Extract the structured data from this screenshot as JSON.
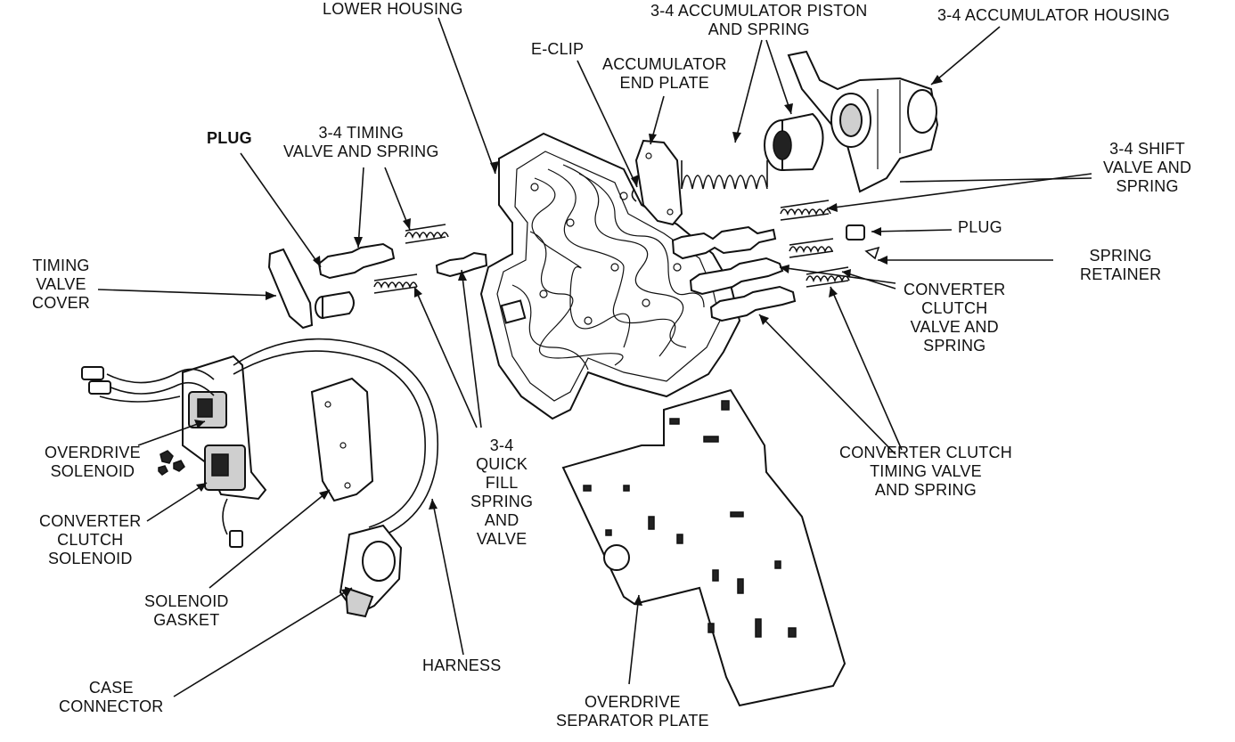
{
  "labels": {
    "lower_housing": [
      "LOWER HOUSING"
    ],
    "accumulator_piston": [
      "3-4 ACCUMULATOR PISTON",
      "AND SPRING"
    ],
    "accumulator_housing": [
      "3-4 ACCUMULATOR HOUSING"
    ],
    "e_clip": [
      "E-CLIP"
    ],
    "accumulator_end_plate": [
      "ACCUMULATOR",
      "END PLATE"
    ],
    "plug_left": [
      "PLUG"
    ],
    "timing_valve_spring": [
      "3-4 TIMING",
      "VALVE AND SPRING"
    ],
    "shift_valve": [
      "3-4 SHIFT",
      "VALVE AND",
      "SPRING"
    ],
    "plug_right": [
      "PLUG"
    ],
    "spring_retainer": [
      "SPRING",
      "RETAINER"
    ],
    "timing_valve_cover": [
      "TIMING",
      "VALVE",
      "COVER"
    ],
    "converter_clutch_valve": [
      "CONVERTER",
      "CLUTCH",
      "VALVE AND",
      "SPRING"
    ],
    "overdrive_solenoid": [
      "OVERDRIVE",
      "SOLENOID"
    ],
    "quick_fill": [
      "3-4",
      "QUICK",
      "FILL",
      "SPRING",
      "AND",
      "VALVE"
    ],
    "converter_clutch_timing": [
      "CONVERTER CLUTCH",
      "TIMING VALVE",
      "AND SPRING"
    ],
    "converter_clutch_solenoid": [
      "CONVERTER",
      "CLUTCH",
      "SOLENOID"
    ],
    "solenoid_gasket": [
      "SOLENOID",
      "GASKET"
    ],
    "harness": [
      "HARNESS"
    ],
    "case_connector": [
      "CASE",
      "CONNECTOR"
    ],
    "overdrive_separator_plate": [
      "OVERDRIVE",
      "SEPARATOR PLATE"
    ]
  }
}
